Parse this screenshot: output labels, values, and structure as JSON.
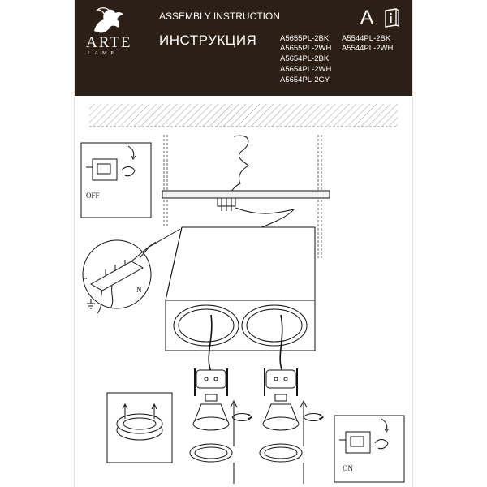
{
  "brand": {
    "name": "ARTE",
    "sub": "LAMP"
  },
  "header": {
    "title_en": "ASSEMBLY INSTRUCTION",
    "title_ru": "ИНСТРУКЦИЯ",
    "lang_letter": "A",
    "models": {
      "row1_left": "A5655PL-2BK",
      "row1_right": "A5544PL-2BK",
      "row2_left": "A5655PL-2WH",
      "row2_right": "A5544PL-2WH",
      "row3": "A5654PL-2BK",
      "row4": "A5654PL-2WH",
      "row5": "A5654PL-2GY"
    }
  },
  "labels": {
    "off": "OFF",
    "on": "ON",
    "live": "L",
    "neutral": "N"
  },
  "icons": [
    "griffin-logo-icon",
    "info-book-icon",
    "earth-symbol-icon",
    "rotate-arrow-icon",
    "up-arrow-icon"
  ],
  "colors": {
    "header_bg": "#2b1f16",
    "header_text": "#ffffff",
    "line": "#111111"
  }
}
